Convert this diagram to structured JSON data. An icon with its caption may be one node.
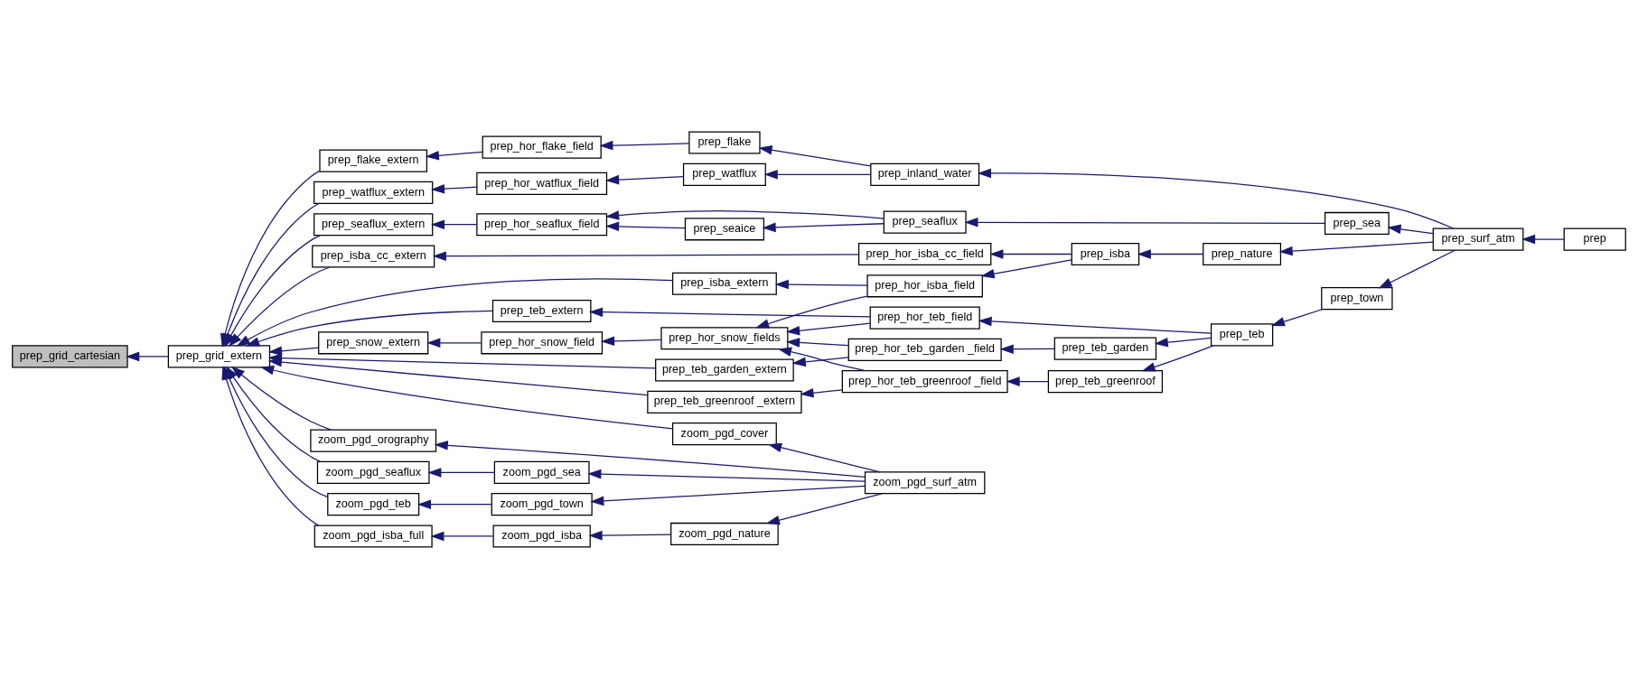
{
  "diagram": {
    "nodes": [
      {
        "text": [
          "prep_grid_cartesian"
        ]
      },
      {
        "text": [
          "prep_grid_extern"
        ]
      },
      {
        "text": [
          "prep_watflux_extern"
        ]
      },
      {
        "text": [
          "prep_flake_extern"
        ]
      },
      {
        "text": [
          "prep_isba_cc_extern"
        ]
      },
      {
        "text": [
          "prep_isba_extern"
        ]
      },
      {
        "text": [
          "prep_seaflux_extern"
        ]
      },
      {
        "text": [
          "prep_teb_extern"
        ]
      },
      {
        "text": [
          "prep_snow_extern"
        ]
      },
      {
        "text": [
          "prep_teb_garden_extern"
        ]
      },
      {
        "text": [
          "prep_teb_greenroof _extern"
        ]
      },
      {
        "text": [
          "zoom_pgd_cover"
        ]
      },
      {
        "text": [
          "zoom_pgd_isba_full"
        ]
      },
      {
        "text": [
          "zoom_pgd_orography"
        ]
      },
      {
        "text": [
          "zoom_pgd_seaflux"
        ]
      },
      {
        "text": [
          "zoom_pgd_teb"
        ]
      },
      {
        "text": [
          "prep_hor_watflux_field"
        ]
      },
      {
        "text": [
          "prep_hor_flake_field"
        ]
      },
      {
        "text": [
          "prep_hor_isba_cc_field"
        ]
      },
      {
        "text": [
          "prep_hor_seaflux_field"
        ]
      },
      {
        "text": [
          "prep_hor_snow_field"
        ]
      },
      {
        "text": [
          "zoom_pgd_isba"
        ]
      },
      {
        "text": [
          "zoom_pgd_sea"
        ]
      },
      {
        "text": [
          "zoom_pgd_town"
        ]
      },
      {
        "text": [
          "prep_watflux"
        ]
      },
      {
        "text": [
          "prep_flake"
        ]
      },
      {
        "text": [
          "prep_hor_isba_field"
        ]
      },
      {
        "text": [
          "prep_seaice"
        ]
      },
      {
        "text": [
          "prep_hor_snow_fields"
        ]
      },
      {
        "text": [
          "zoom_pgd_nature"
        ]
      },
      {
        "text": [
          "prep_inland_water"
        ]
      },
      {
        "text": [
          "prep_seaflux"
        ]
      },
      {
        "text": [
          "prep_hor_teb_field"
        ]
      },
      {
        "text": [
          "prep_hor_teb_garden _field"
        ]
      },
      {
        "text": [
          "prep_hor_teb_greenroof _field"
        ]
      },
      {
        "text": [
          "zoom_pgd_surf_atm"
        ]
      },
      {
        "text": [
          "prep_isba"
        ]
      },
      {
        "text": [
          "prep_teb_garden"
        ]
      },
      {
        "text": [
          "prep_teb_greenroof"
        ]
      },
      {
        "text": [
          "prep_sea"
        ]
      },
      {
        "text": [
          "prep_teb"
        ]
      },
      {
        "text": [
          "prep_nature"
        ]
      },
      {
        "text": [
          "prep_town"
        ]
      },
      {
        "text": [
          "prep_surf_atm"
        ]
      },
      {
        "text": [
          "prep"
        ]
      }
    ],
    "edges": [
      {
        "from": 1,
        "to": 0,
        "arrow": "to"
      },
      {
        "from": 2,
        "to": 1,
        "arrow": "to"
      },
      {
        "from": 3,
        "to": 1,
        "arrow": "to"
      },
      {
        "from": 4,
        "to": 1,
        "arrow": "to"
      },
      {
        "from": 5,
        "to": 1,
        "arrow": "to"
      },
      {
        "from": 6,
        "to": 1,
        "arrow": "to"
      },
      {
        "from": 7,
        "to": 1,
        "arrow": "to"
      },
      {
        "from": 8,
        "to": 1,
        "arrow": "to"
      },
      {
        "from": 9,
        "to": 1,
        "arrow": "to"
      },
      {
        "from": 10,
        "to": 1,
        "arrow": "to"
      },
      {
        "from": 11,
        "to": 1,
        "arrow": "to"
      },
      {
        "from": 12,
        "to": 1,
        "arrow": "to"
      },
      {
        "from": 13,
        "to": 1,
        "arrow": "to"
      },
      {
        "from": 14,
        "to": 1,
        "arrow": "to"
      },
      {
        "from": 15,
        "to": 1,
        "arrow": "to"
      },
      {
        "from": 16,
        "to": 2,
        "arrow": "to"
      },
      {
        "from": 17,
        "to": 3,
        "arrow": "to"
      },
      {
        "from": 18,
        "to": 4,
        "arrow": "to"
      },
      {
        "from": 26,
        "to": 5,
        "arrow": "to"
      },
      {
        "from": 19,
        "to": 6,
        "arrow": "to"
      },
      {
        "from": 32,
        "to": 7,
        "arrow": "to"
      },
      {
        "from": 20,
        "to": 8,
        "arrow": "to"
      },
      {
        "from": 33,
        "to": 9,
        "arrow": "to"
      },
      {
        "from": 34,
        "to": 10,
        "arrow": "to"
      },
      {
        "from": 35,
        "to": 11,
        "arrow": "to"
      },
      {
        "from": 21,
        "to": 12,
        "arrow": "to"
      },
      {
        "from": 35,
        "to": 13,
        "arrow": "to"
      },
      {
        "from": 22,
        "to": 14,
        "arrow": "to"
      },
      {
        "from": 23,
        "to": 15,
        "arrow": "to"
      },
      {
        "from": 24,
        "to": 16,
        "arrow": "to"
      },
      {
        "from": 25,
        "to": 17,
        "arrow": "to"
      },
      {
        "from": 36,
        "to": 18,
        "arrow": "to"
      },
      {
        "from": 31,
        "to": 19,
        "arrow": "to"
      },
      {
        "from": 27,
        "to": 19,
        "arrow": "to"
      },
      {
        "from": 28,
        "to": 20,
        "arrow": "to"
      },
      {
        "from": 29,
        "to": 21,
        "arrow": "to"
      },
      {
        "from": 35,
        "to": 22,
        "arrow": "to"
      },
      {
        "from": 35,
        "to": 23,
        "arrow": "to"
      },
      {
        "from": 30,
        "to": 24,
        "arrow": "to"
      },
      {
        "from": 30,
        "to": 25,
        "arrow": "to"
      },
      {
        "from": 36,
        "to": 26,
        "arrow": "to"
      },
      {
        "from": 31,
        "to": 27,
        "arrow": "to"
      },
      {
        "from": 26,
        "to": 28,
        "arrow": "to"
      },
      {
        "from": 32,
        "to": 28,
        "arrow": "to"
      },
      {
        "from": 33,
        "to": 28,
        "arrow": "to"
      },
      {
        "from": 34,
        "to": 28,
        "arrow": "to"
      },
      {
        "from": 35,
        "to": 29,
        "arrow": "to"
      },
      {
        "from": 43,
        "to": 30,
        "arrow": "to"
      },
      {
        "from": 39,
        "to": 31,
        "arrow": "to"
      },
      {
        "from": 40,
        "to": 32,
        "arrow": "to"
      },
      {
        "from": 37,
        "to": 33,
        "arrow": "to"
      },
      {
        "from": 38,
        "to": 34,
        "arrow": "to"
      },
      {
        "from": 41,
        "to": 36,
        "arrow": "to"
      },
      {
        "from": 40,
        "to": 37,
        "arrow": "to"
      },
      {
        "from": 40,
        "to": 38,
        "arrow": "to"
      },
      {
        "from": 43,
        "to": 39,
        "arrow": "to"
      },
      {
        "from": 42,
        "to": 40,
        "arrow": "to"
      },
      {
        "from": 43,
        "to": 41,
        "arrow": "to"
      },
      {
        "from": 43,
        "to": 42,
        "arrow": "to"
      },
      {
        "from": 44,
        "to": 43,
        "arrow": "to"
      }
    ]
  }
}
